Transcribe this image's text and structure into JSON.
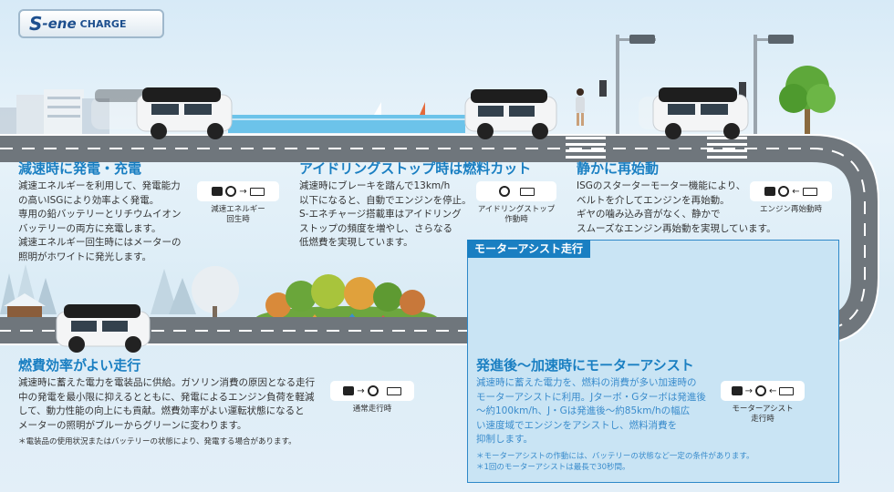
{
  "logo": {
    "text_s": "S",
    "text_ene": "-ene",
    "text_charge": "CHARGE"
  },
  "sections": {
    "regen": {
      "title": "減速時に発電・充電",
      "lines": [
        "減速エネルギーを利用して、発電能力",
        "の高いISGにより効率よく発電。",
        "専用の鉛バッテリーとリチウムイオン",
        "バッテリーの両方に充電します。",
        "減速エネルギー回生時にはメーターの",
        "照明がホワイトに発光します。"
      ],
      "icon_caption": [
        "減速エネルギー",
        "回生時"
      ]
    },
    "idle_stop": {
      "title": "アイドリングストップ時は燃料カット",
      "lines": [
        "減速時にブレーキを踏んで13km/h",
        "以下になると、自動でエンジンを停止。",
        "S-エネチャージ搭載車はアイドリング",
        "ストップの頻度を増やし、さらなる",
        "低燃費を実現しています。"
      ],
      "icon_caption": [
        "アイドリングストップ",
        "作動時"
      ]
    },
    "restart": {
      "title": "静かに再始動",
      "lines": [
        "ISGのスターターモーター機能により、",
        "ベルトを介してエンジンを再始動。",
        "ギヤの噛み込み音がなく、静かで",
        "スムーズなエンジン再始動を実現しています。"
      ],
      "icon_caption": [
        "エンジン再始動時"
      ]
    },
    "efficient": {
      "title": "燃費効率がよい走行",
      "lines": [
        "減速時に蓄えた電力を電装品に供給。ガソリン消費の原因となる走行",
        "中の発電を最小限に抑えるとともに、発電によるエンジン負荷を軽減",
        "して、動力性能の向上にも貢献。燃費効率がよい運転状態になると",
        "メーターの照明がブルーからグリーンに変わります。"
      ],
      "note": "＊電装品の使用状況またはバッテリーの状態により、発電する場合があります。",
      "icon_caption": [
        "通常走行時"
      ]
    },
    "assist": {
      "panel_label": "モーターアシスト走行",
      "title": "発進後～加速時にモーターアシスト",
      "lines": [
        "減速時に蓄えた電力を、燃料の消費が多い加速時の",
        "モーターアシストに利用。Jターボ・Gターボは発進後",
        "～約100km/h、J・Gは発進後～約85km/hの幅広",
        "い速度域でエンジンをアシストし、燃料消費を",
        "抑制します。"
      ],
      "notes": [
        "＊モーターアシストの作動には、バッテリーの状態など一定の条件があります。",
        "＊1回のモーターアシストは最長で30秒間。"
      ],
      "icon_caption": [
        "モーターアシスト",
        "走行時"
      ]
    }
  },
  "colors": {
    "accent": "#1a7fc2",
    "road": "#6f767c",
    "road_line": "#ffffff",
    "car_body": "#f4f5f6",
    "car_roof": "#1e1e1e",
    "tree": "#5ea83a",
    "sky": "#d7eaf7"
  }
}
